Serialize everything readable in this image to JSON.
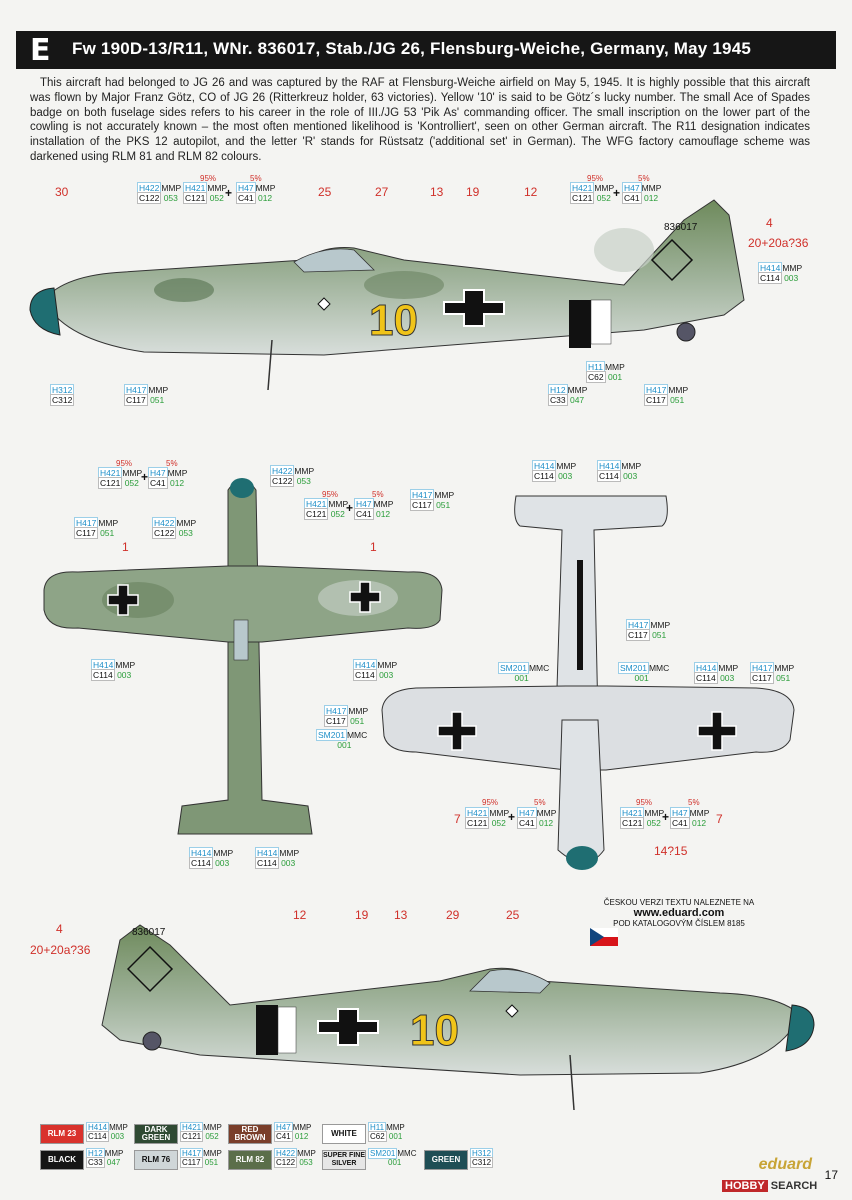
{
  "header": {
    "letter": "E",
    "title": "Fw 190D-13/R11, WNr. 836017, Stab./JG 26, Flensburg-Weiche, Germany, May 1945"
  },
  "description": "This aircraft had belonged to JG 26 and was captured by the RAF at Flensburg-Weiche airfield on May 5, 1945. It is highly possible that this aircraft was flown by Major Franz Götz, CO of JG 26 (Ritterkreuz holder, 63 victories). Yellow '10' is said to be Götz´s lucky number. The small Ace of Spades badge on both fuselage sides refers to his career in the role of III./JG 53 'Pik As' commanding officer. The small inscription on the lower part of the cowling is not accurately known – the most often mentioned likelihood is 'Kontrolliert', seen on other German aircraft. The R11 designation indicates installation of the PKS 12 autopilot, and the letter 'R' stands for Rüstsatz ('additional set' in German). The WFG factory camouflage scheme was darkened using RLM 81 and RLM 82 colours.",
  "codes": {
    "h422": {
      "h": "H422",
      "m": "MMP",
      "c": "C122",
      "mm": "053"
    },
    "h421": {
      "h": "H421",
      "m": "MMP",
      "c": "C121",
      "mm": "052"
    },
    "h47": {
      "h": "H47",
      "m": "MMP",
      "c": "C41",
      "mm": "012"
    },
    "h414": {
      "h": "H414",
      "m": "MMP",
      "c": "C114",
      "mm": "003"
    },
    "h417": {
      "h": "H417",
      "m": "MMP",
      "c": "C117",
      "mm": "051"
    },
    "h312": {
      "h": "H312",
      "c": "C312"
    },
    "h11": {
      "h": "H11",
      "m": "MMP",
      "c": "C62",
      "mm": "001"
    },
    "h12": {
      "h": "H12",
      "m": "MMP",
      "c": "C33",
      "mm": "047"
    },
    "sm201": {
      "h": "SM201",
      "m": "MMC",
      "mm": "001"
    }
  },
  "mix": {
    "p95": "95%",
    "p5": "5%",
    "plus": "+"
  },
  "callouts": {
    "n30": "30",
    "n25": "25",
    "n27": "27",
    "n13": "13",
    "n19": "19",
    "n12": "12",
    "n4": "4",
    "n20": "20+20a?36",
    "n1": "1",
    "n7": "7",
    "n14": "14?15",
    "n29": "29"
  },
  "markings": {
    "number": "10",
    "serial": "836017"
  },
  "czech": {
    "line1": "ČESKOU VERZI TEXTU NALEZNETE NA",
    "url": "www.eduard.com",
    "line3": "POD KATALOGOVÝM ČÍSLEM 8185"
  },
  "legend": [
    {
      "name": "RLM 23",
      "color": "#d9322c",
      "text": "#ffffff",
      "h": "H414",
      "m": "MMP",
      "c": "C114",
      "mm": "003"
    },
    {
      "name": "DARK GREEN",
      "color": "#2f4a33",
      "text": "#ffffff",
      "h": "H421",
      "m": "MMP",
      "c": "C121",
      "mm": "052"
    },
    {
      "name": "RED BROWN",
      "color": "#7a3e2a",
      "text": "#ffffff",
      "h": "H47",
      "m": "MMP",
      "c": "C41",
      "mm": "012"
    },
    {
      "name": "WHITE",
      "color": "#ffffff",
      "text": "#111111",
      "h": "H11",
      "m": "MMP",
      "c": "C62",
      "mm": "001"
    },
    {
      "name": "BLACK",
      "color": "#151515",
      "text": "#ffffff",
      "h": "H12",
      "m": "MMP",
      "c": "C33",
      "mm": "047"
    },
    {
      "name": "RLM 76",
      "color": "#cfd6d8",
      "text": "#111111",
      "h": "H417",
      "m": "MMP",
      "c": "C117",
      "mm": "051"
    },
    {
      "name": "RLM 82",
      "color": "#5b6e4a",
      "text": "#ffffff",
      "h": "H422",
      "m": "MMP",
      "c": "C122",
      "mm": "053"
    },
    {
      "name": "SUPER FINE SILVER",
      "color": "#e6e6e6",
      "text": "#111111",
      "h": "SM201",
      "m": "MMC",
      "mm": "001"
    },
    {
      "name": "GREEN",
      "color": "#1f4e55",
      "text": "#ffffff",
      "h": "H312",
      "c": "C312"
    }
  ],
  "footer": {
    "brand": "eduard",
    "page": "17",
    "watermark_box": "HOBBY",
    "watermark_text": "SEARCH"
  },
  "colors": {
    "camo_green": "#6f8a62",
    "camo_light": "#c9d3cb",
    "spinner": "#1f6e72",
    "marking_yellow": "#f0c419",
    "cross_black": "#111111"
  }
}
